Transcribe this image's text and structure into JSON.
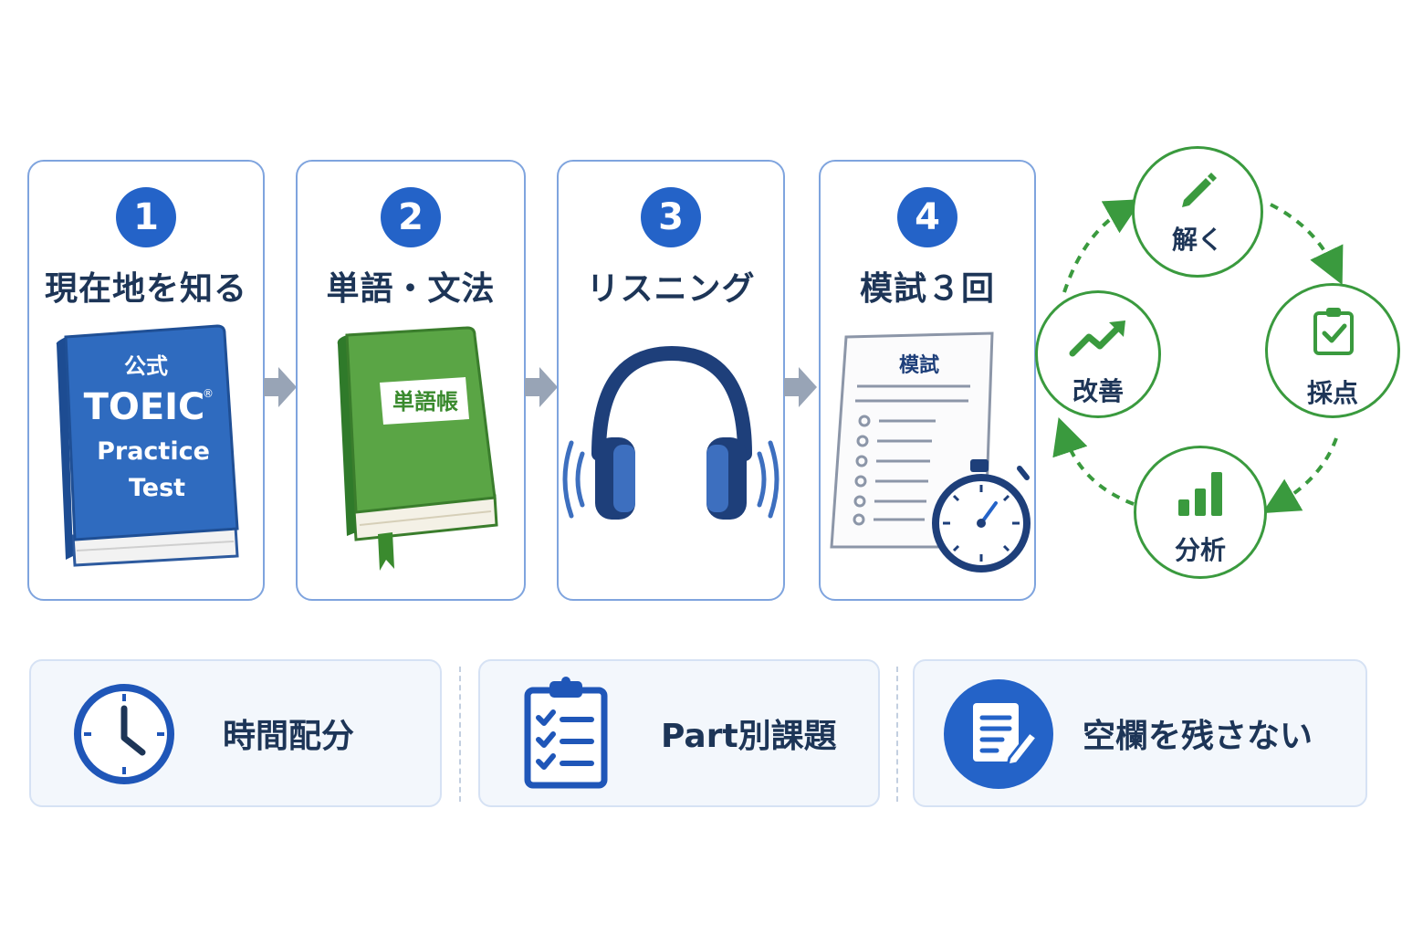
{
  "steps": [
    {
      "number": "1",
      "title": "現在地を知る",
      "illustration": "book-icon",
      "book_lines": [
        "公式",
        "TOEIC",
        "Practice",
        "Test"
      ],
      "book_mark": "®"
    },
    {
      "number": "2",
      "title": "単語・文法",
      "illustration": "notebook-icon",
      "book_label": "単語帳"
    },
    {
      "number": "3",
      "title": "リスニング",
      "illustration": "headphones-icon"
    },
    {
      "number": "4",
      "title": "模試３回",
      "illustration": "exam-paper-icon",
      "paper_title": "模試"
    }
  ],
  "cycle": {
    "nodes": [
      {
        "label": "解く",
        "icon": "pencil-icon"
      },
      {
        "label": "採点",
        "icon": "clipboard-check-icon"
      },
      {
        "label": "分析",
        "icon": "bar-chart-icon"
      },
      {
        "label": "改善",
        "icon": "trend-up-icon"
      }
    ]
  },
  "tips": [
    {
      "label": "時間配分",
      "icon": "clock-icon"
    },
    {
      "label": "Part別課題",
      "icon": "checklist-icon"
    },
    {
      "label": "空欄を残さない",
      "icon": "document-edit-icon"
    }
  ],
  "colors": {
    "primary_blue": "#2463c8",
    "dark_blue": "#1d3557",
    "green": "#3a9a3e",
    "card_border": "#7fa4de",
    "arrow_gray": "#98a4b6",
    "tip_bg": "#f3f7fc"
  }
}
